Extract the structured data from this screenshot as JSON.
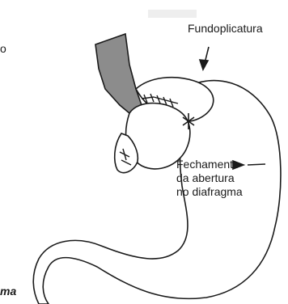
{
  "labels": {
    "fundoplication": "Fundoplicatura",
    "closure_line1": "Fechamento",
    "closure_line2": "da abertura",
    "closure_line3": "no diafragma"
  },
  "cropped_text": {
    "left_fragment": "o",
    "bottom_left_fragment": "ma"
  },
  "colors": {
    "outline": "#1a1a1a",
    "esophagus_fill": "#8c8c8c",
    "background": "#ffffff"
  }
}
